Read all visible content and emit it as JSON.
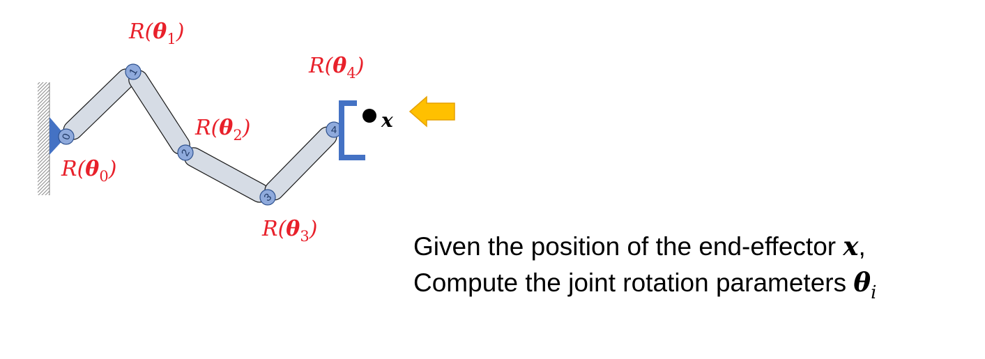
{
  "joint_labels": {
    "j0": {
      "prefix": "R(",
      "symbol": "θ",
      "sub": "0",
      "suffix": ")"
    },
    "j1": {
      "prefix": "R(",
      "symbol": "θ",
      "sub": "1",
      "suffix": ")"
    },
    "j2": {
      "prefix": "R(",
      "symbol": "θ",
      "sub": "2",
      "suffix": ")"
    },
    "j3": {
      "prefix": "R(",
      "symbol": "θ",
      "sub": "3",
      "suffix": ")"
    },
    "j4": {
      "prefix": "R(",
      "symbol": "θ",
      "sub": "4",
      "suffix": ")"
    }
  },
  "joint_numbers": [
    "0",
    "1",
    "2",
    "3",
    "4"
  ],
  "target_label": "x",
  "caption": {
    "line1_text": "Given the position of the end-effector ",
    "line1_var": "x",
    "line1_end": ",",
    "line2_text": "Compute the joint rotation parameters ",
    "line2_var": "θ",
    "line2_sub": "i"
  },
  "colors": {
    "label_red": "#e8202a",
    "link_fill": "#d6dce5",
    "joint_fill": "#8faadc",
    "gripper_blue": "#4472c4",
    "arrow_fill": "#ffc000",
    "arrow_stroke": "#e6a100"
  }
}
